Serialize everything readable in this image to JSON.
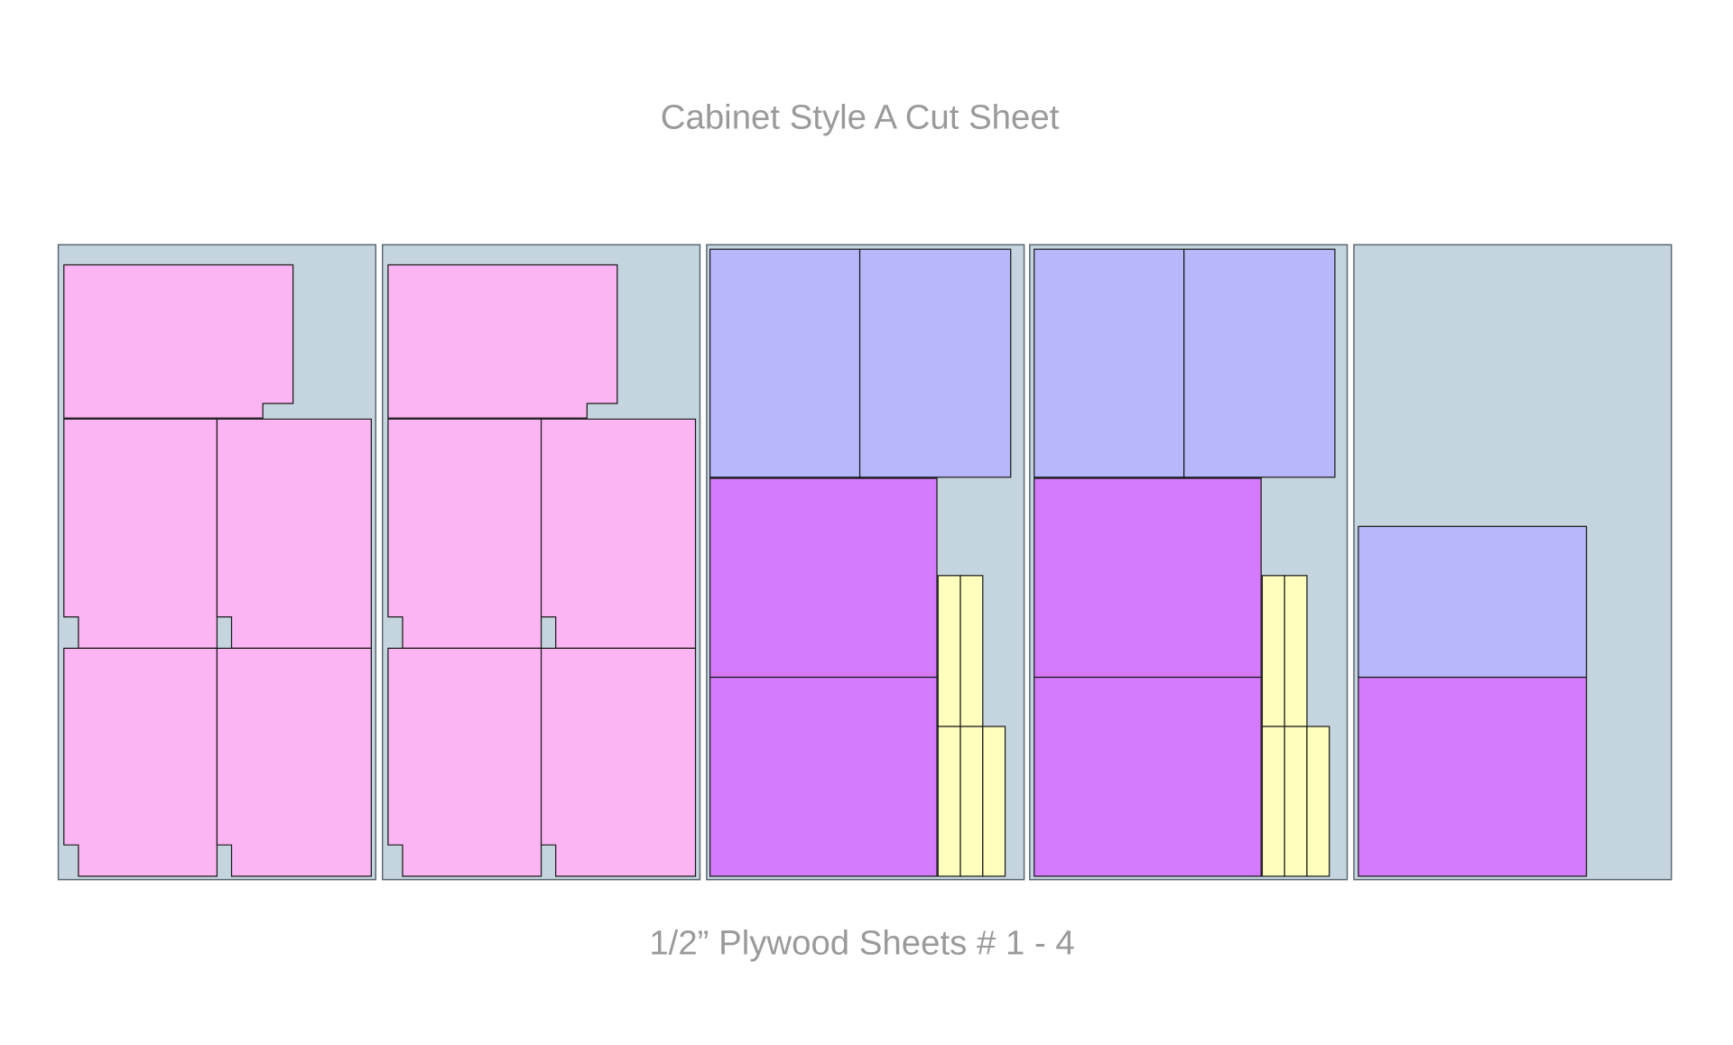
{
  "title": "Cabinet Style A Cut Sheet",
  "subtitle": "1/2” Plywood Sheets # 1 - 4",
  "colors": {
    "sheet": "#c5d5df",
    "sheet_border": "#5a6670",
    "pink_panel": "#fbb5f2",
    "blue_panel": "#b7b8fc",
    "purple_panel": "#d57afb",
    "yellow_strip": "#fefebd",
    "outline": "#1a1a1a",
    "text": "#9a9a9a"
  },
  "sheet_count": 5
}
